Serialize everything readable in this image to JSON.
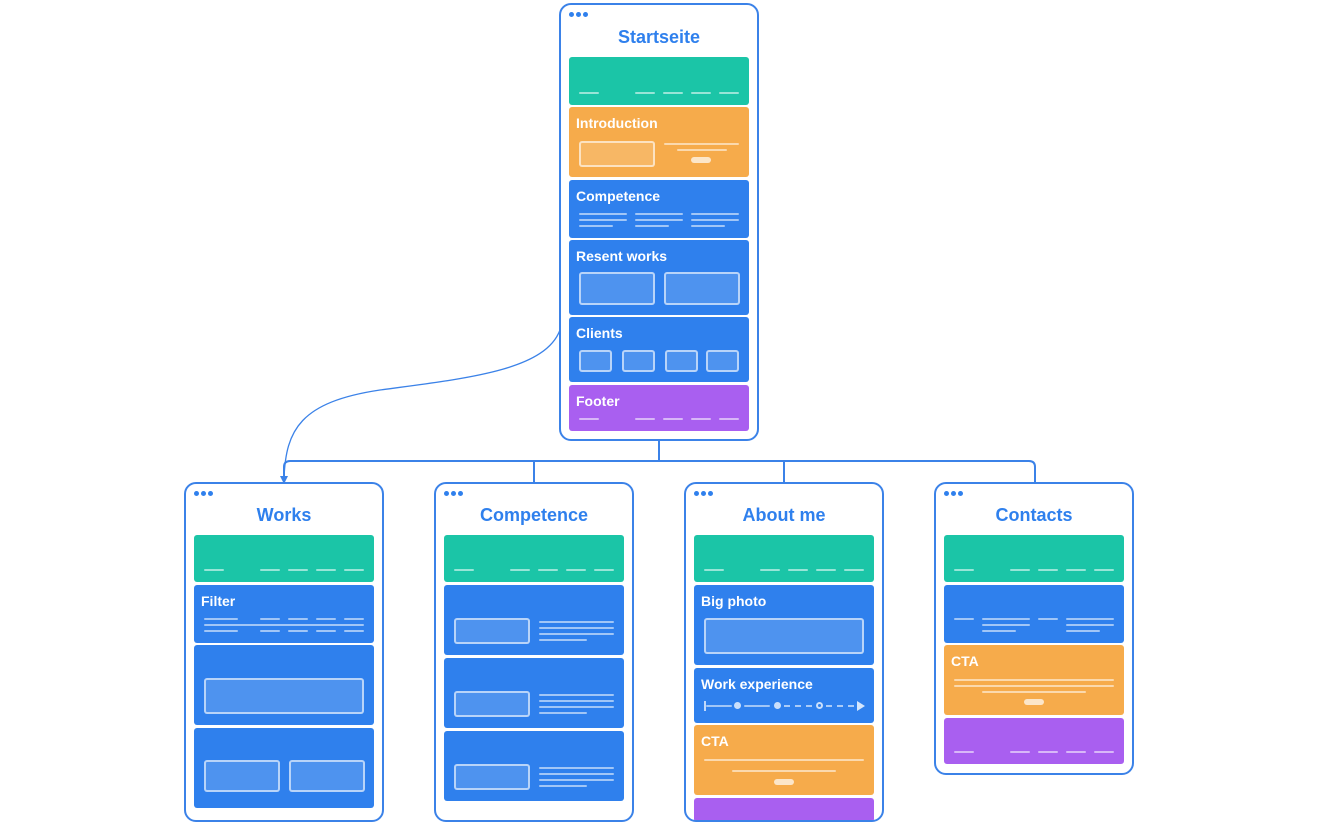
{
  "home": {
    "title": "Startseite",
    "sections": [
      "",
      "Introduction",
      "Competence",
      "Resent works",
      "Clients",
      "Footer"
    ]
  },
  "works": {
    "title": "Works",
    "sections": [
      "",
      "Filter",
      "",
      ""
    ]
  },
  "competence": {
    "title": "Competence",
    "sections": [
      "",
      "",
      "",
      ""
    ]
  },
  "about": {
    "title": "About me",
    "sections": [
      "",
      "Big photo",
      "Work experience",
      "CTA",
      ""
    ]
  },
  "contacts": {
    "title": "Contacts",
    "sections": [
      "",
      "",
      "CTA",
      ""
    ]
  },
  "colors": {
    "accent": "#2f80ed",
    "teal": "#1bc5a7",
    "orange": "#f6ab4b",
    "blue": "#2f80ed",
    "purple": "#a95ff0"
  }
}
